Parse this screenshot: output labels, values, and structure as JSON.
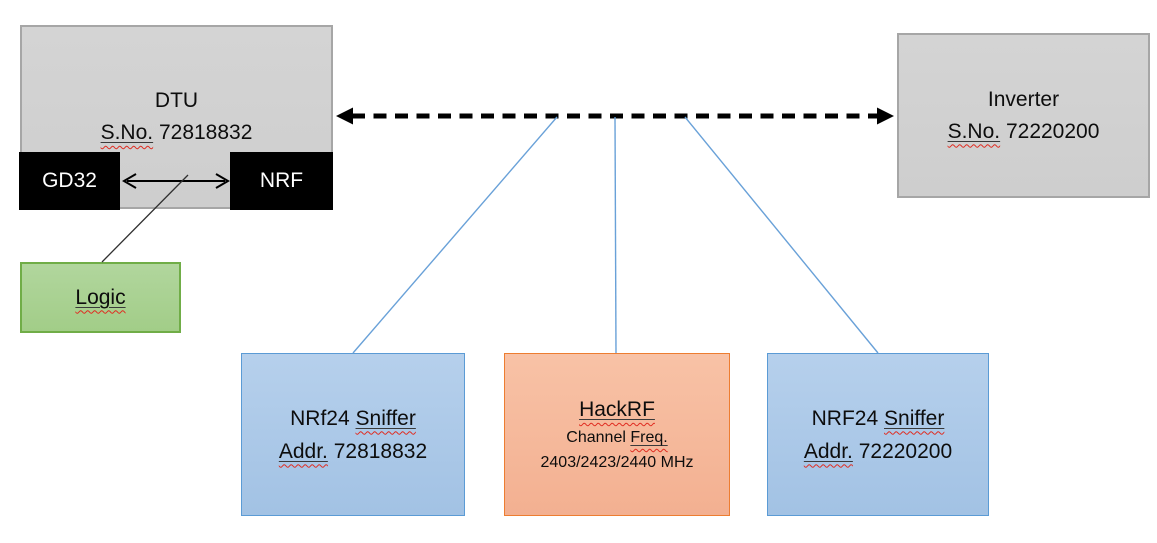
{
  "dtu": {
    "title": "DTU",
    "serial_label": "S.No.",
    "serial_number": "72818832",
    "chip_left": "GD32",
    "chip_right": "NRF"
  },
  "logic": {
    "label": "Logic"
  },
  "inverter": {
    "title": "Inverter",
    "serial_label": "S.No.",
    "serial_number": "72220200"
  },
  "sniffer_left": {
    "name_word1": "NRf24",
    "name_word2": "Sniffer",
    "addr_label": "Addr.",
    "addr_number": "72818832"
  },
  "hackrf": {
    "title": "HackRF",
    "channel_word": "Channel",
    "freq_word": "Freq.",
    "frequencies": "2403/2423/2440 MHz"
  },
  "sniffer_right": {
    "name_word1": "NRF24",
    "name_word2": "Sniffer",
    "addr_label": "Addr.",
    "addr_number": "72220200"
  },
  "colors": {
    "gray_fill": "#d1d1d1",
    "gray_border": "#a6a6a6",
    "chip_fill": "#000000",
    "chip_text": "#ffffff",
    "green_fill": "#a9d18e",
    "green_border": "#70ad47",
    "blue_fill": "#abc8e8",
    "blue_border": "#5b9bd5",
    "orange_fill": "#f5b79a",
    "orange_border": "#ed7d31",
    "tap_line_blue": "#69a1d8",
    "squiggle_red": "#e02b20",
    "arrow_black": "#000000"
  }
}
